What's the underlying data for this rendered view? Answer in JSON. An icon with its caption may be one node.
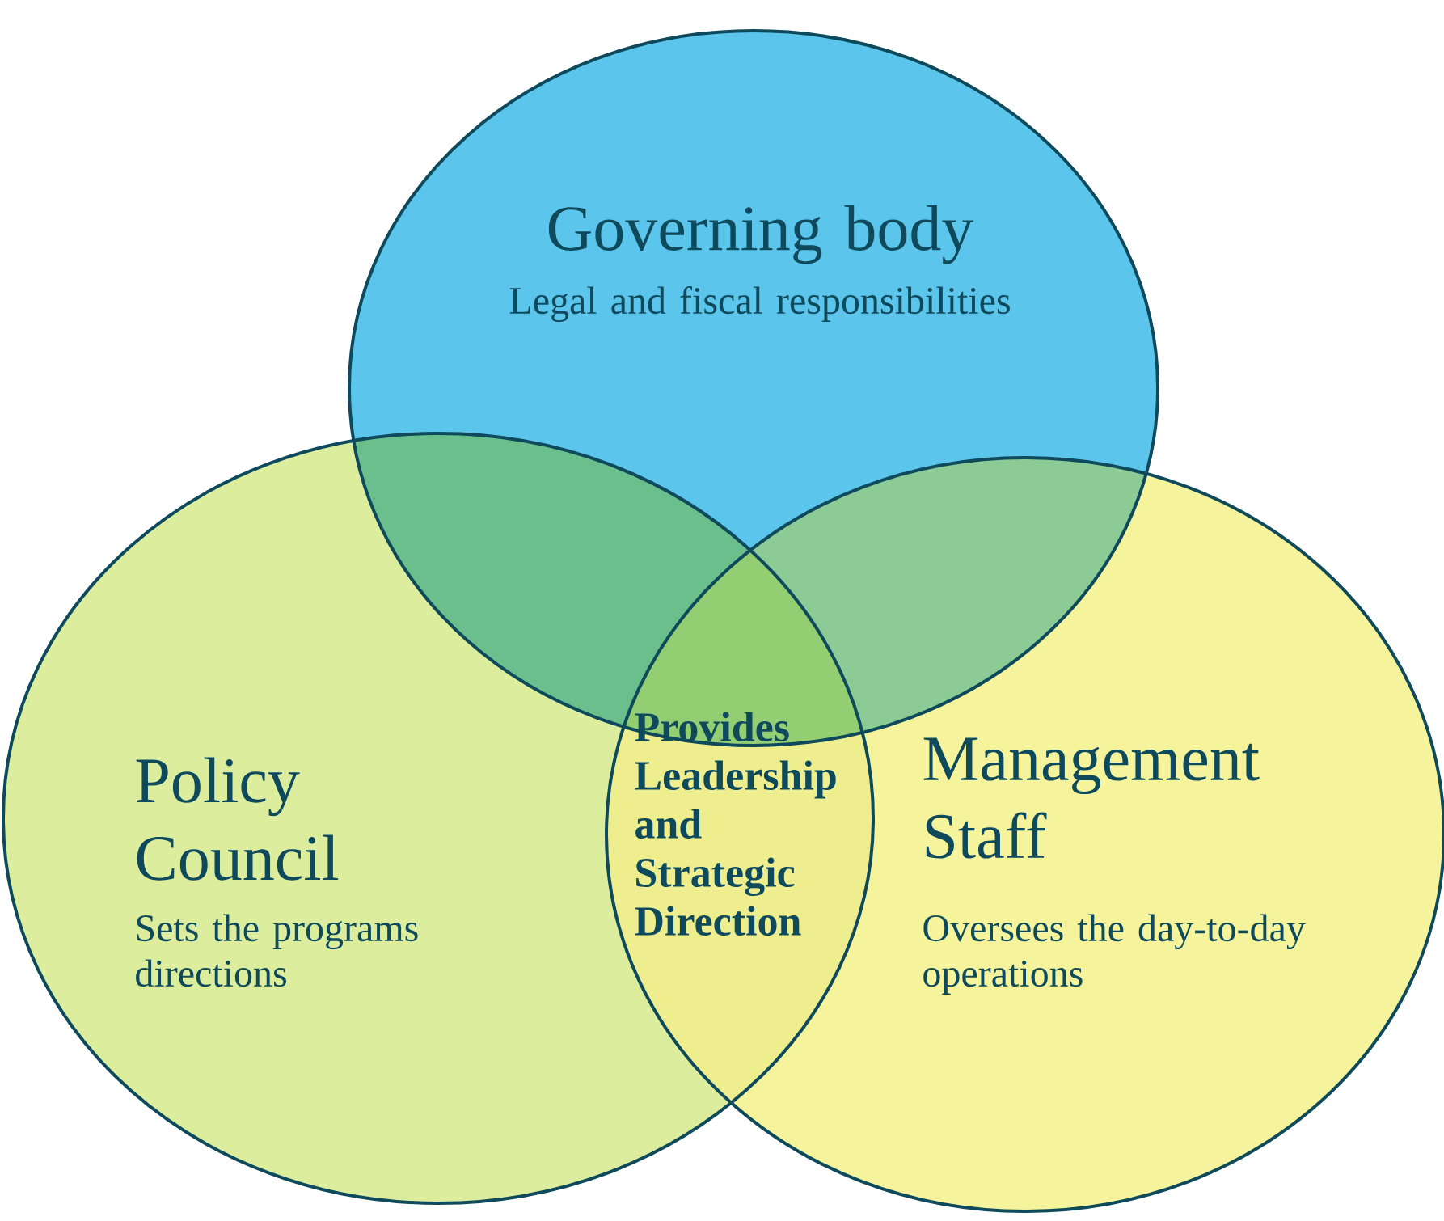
{
  "diagram": {
    "nodes": [
      {
        "text": [
          "Governing body",
          "Legal and fiscal responsibilities"
        ]
      },
      {
        "text": [
          "Policy Council",
          "Sets the programs directions"
        ]
      },
      {
        "text": [
          "Management Staff",
          "Oversees the day-to-day operations"
        ]
      }
    ],
    "labels": [
      "Provides Leadership and Strategic Direction"
    ]
  }
}
